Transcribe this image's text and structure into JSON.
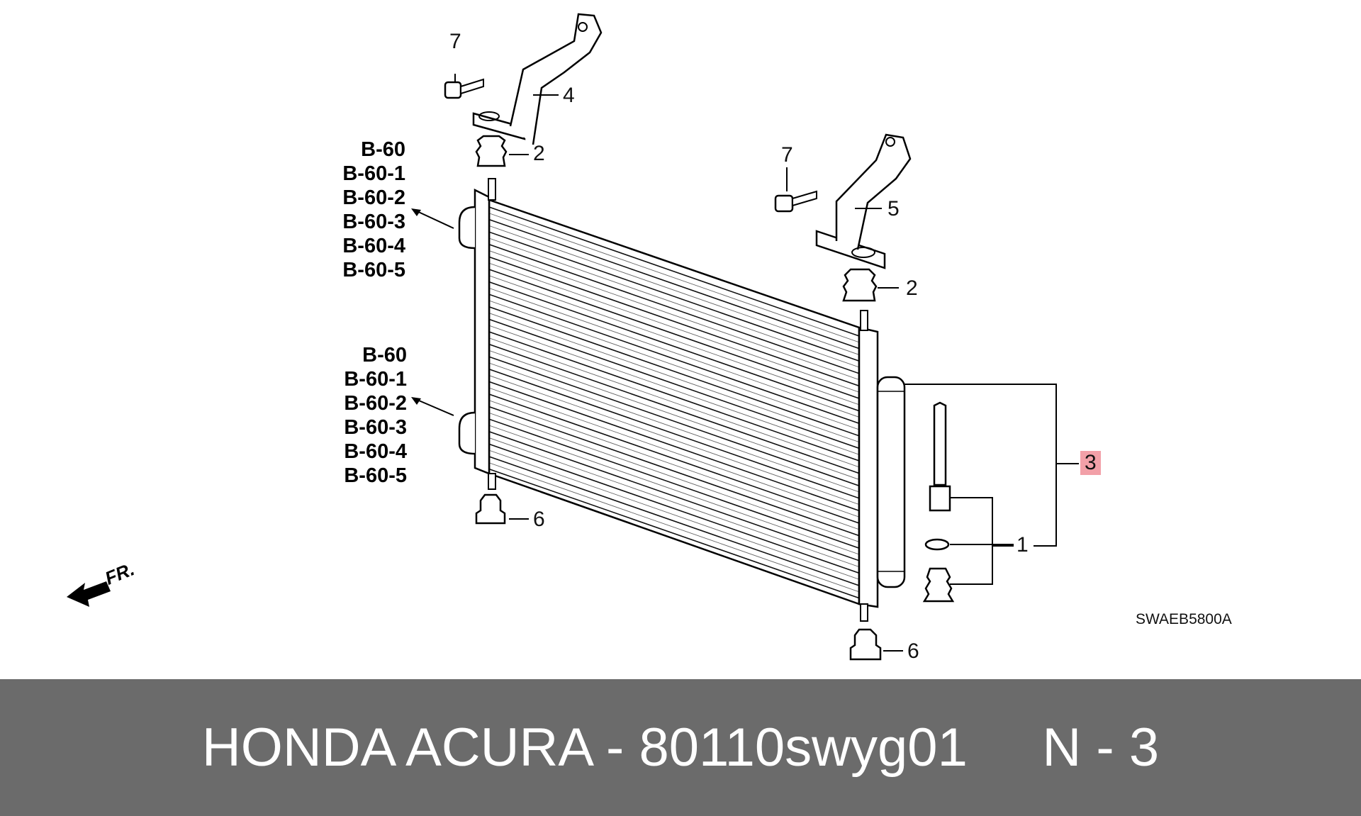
{
  "diagram": {
    "ref_groups": {
      "upper": [
        "B-60",
        "B-60-1",
        "B-60-2",
        "B-60-3",
        "B-60-4",
        "B-60-5"
      ],
      "lower": [
        "B-60",
        "B-60-1",
        "B-60-2",
        "B-60-3",
        "B-60-4",
        "B-60-5"
      ]
    },
    "callouts": {
      "bolt_left": "7",
      "bracket_left": "4",
      "cushion_top_left": "2",
      "bolt_right": "7",
      "bracket_right": "5",
      "cushion_top_right": "2",
      "assembly": "3",
      "receiver_set": "1",
      "cushion_bottom_left": "6",
      "cushion_bottom_right": "6"
    },
    "front_label": "FR.",
    "drawing_code": "SWAEB5800A",
    "highlight_color": "#f2a0a8"
  },
  "footer": {
    "text": "HONDA ACURA - 80110swyg01     N - 3",
    "background": "#6b6b6b"
  }
}
